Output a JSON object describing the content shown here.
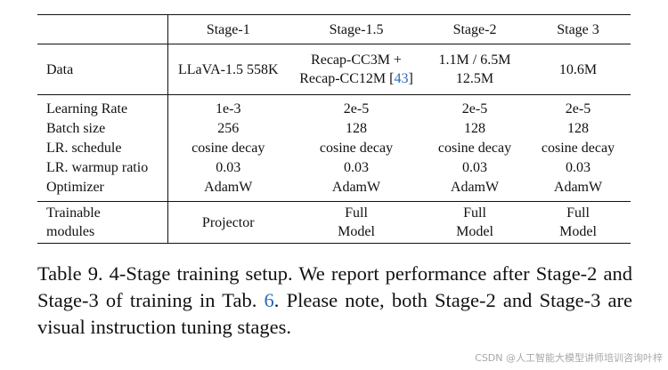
{
  "table": {
    "headers": [
      "",
      "Stage-1",
      "Stage-1.5",
      "Stage-2",
      "Stage 3"
    ],
    "data_row": {
      "label": "Data",
      "stage1": "LLaVA-1.5 558K",
      "stage15_line1": "Recap-CC3M +",
      "stage15_line2_text": "Recap-CC12M [",
      "stage15_cite": "43",
      "stage15_close": "]",
      "stage2_line1": "1.1M / 6.5M",
      "stage2_line2": "12.5M",
      "stage3": "10.6M"
    },
    "param_rows": [
      {
        "label": "Learning Rate",
        "values": [
          "1e-3",
          "2e-5",
          "2e-5",
          "2e-5"
        ]
      },
      {
        "label": "Batch size",
        "values": [
          "256",
          "128",
          "128",
          "128"
        ]
      },
      {
        "label": "LR. schedule",
        "values": [
          "cosine decay",
          "cosine decay",
          "cosine decay",
          "cosine decay"
        ]
      },
      {
        "label": "LR. warmup ratio",
        "values": [
          "0.03",
          "0.03",
          "0.03",
          "0.03"
        ]
      },
      {
        "label": "Optimizer",
        "values": [
          "AdamW",
          "AdamW",
          "AdamW",
          "AdamW"
        ]
      }
    ],
    "trainable_row": {
      "label_line1": "Trainable",
      "label_line2": "modules",
      "stage1": "Projector",
      "full_line1": "Full",
      "full_line2": "Model"
    }
  },
  "caption": {
    "prefix": "Table 9.  4-Stage training setup.  We report performance after Stage-2 and Stage-3 of training in Tab. ",
    "ref": "6",
    "suffix": ". Please note, both Stage-2 and Stage-3 are visual instruction tuning stages."
  },
  "watermark": "CSDN @人工智能大模型讲师培训咨询叶梓"
}
